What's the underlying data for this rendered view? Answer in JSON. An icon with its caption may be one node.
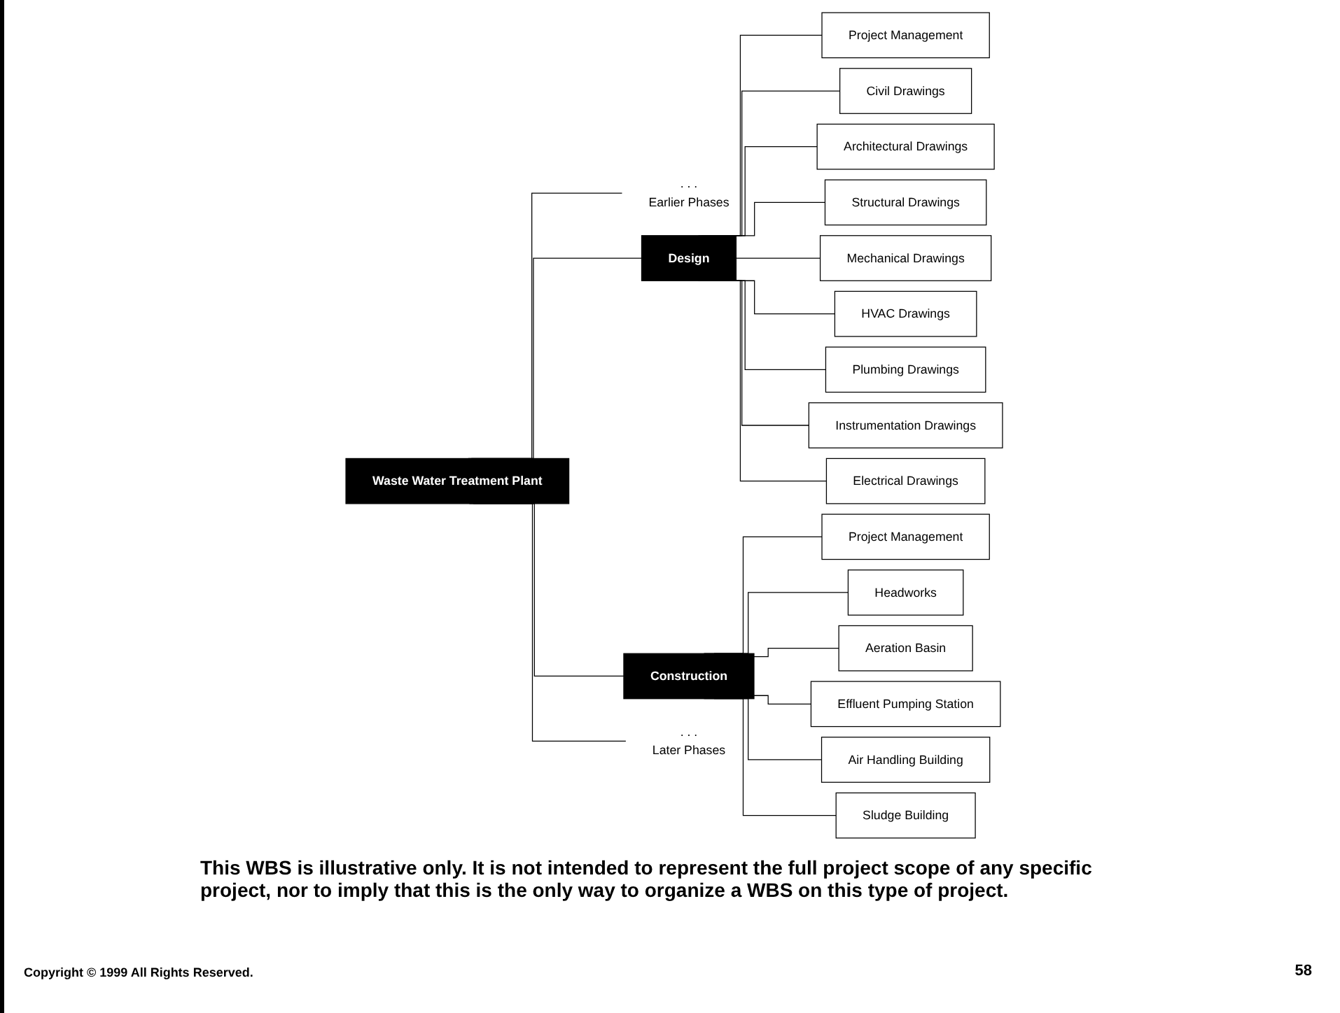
{
  "diagram": {
    "caption": "This WBS is illustrative only. It is not intended to represent the full project scope of any specific project, nor to imply that this is the only way to organize a WBS on this type of project.",
    "nodes": [
      {
        "text": [
          "Waste Water Treatment Plant"
        ]
      },
      {
        "text": [
          "Earlier Phases"
        ],
        "beside": [
          ". . ."
        ]
      },
      {
        "text": [
          "Design"
        ]
      },
      {
        "text": [
          "Construction"
        ]
      },
      {
        "text": [
          "Later Phases"
        ],
        "beside": [
          ". . ."
        ]
      },
      {
        "text": [
          "Project Management"
        ]
      },
      {
        "text": [
          "Civil Drawings"
        ]
      },
      {
        "text": [
          "Architectural Drawings"
        ]
      },
      {
        "text": [
          "Structural Drawings"
        ]
      },
      {
        "text": [
          "Mechanical Drawings"
        ]
      },
      {
        "text": [
          "HVAC Drawings"
        ]
      },
      {
        "text": [
          "Plumbing Drawings"
        ]
      },
      {
        "text": [
          "Instrumentation Drawings"
        ]
      },
      {
        "text": [
          "Electrical Drawings"
        ]
      },
      {
        "text": [
          "Project Management"
        ]
      },
      {
        "text": [
          "Headworks"
        ]
      },
      {
        "text": [
          "Aeration Basin"
        ]
      },
      {
        "text": [
          "Effluent Pumping Station"
        ]
      },
      {
        "text": [
          "Air Handling Building"
        ]
      },
      {
        "text": [
          "Sludge Building"
        ]
      }
    ],
    "edges": [
      {
        "from": 0,
        "to": 1,
        "arrow": "none"
      },
      {
        "from": 0,
        "to": 2,
        "arrow": "none"
      },
      {
        "from": 0,
        "to": 3,
        "arrow": "none"
      },
      {
        "from": 0,
        "to": 4,
        "arrow": "none"
      },
      {
        "from": 2,
        "to": 5,
        "arrow": "none"
      },
      {
        "from": 2,
        "to": 6,
        "arrow": "none"
      },
      {
        "from": 2,
        "to": 7,
        "arrow": "none"
      },
      {
        "from": 2,
        "to": 8,
        "arrow": "none"
      },
      {
        "from": 2,
        "to": 9,
        "arrow": "none"
      },
      {
        "from": 2,
        "to": 10,
        "arrow": "none"
      },
      {
        "from": 2,
        "to": 11,
        "arrow": "none"
      },
      {
        "from": 2,
        "to": 12,
        "arrow": "none"
      },
      {
        "from": 2,
        "to": 13,
        "arrow": "none"
      },
      {
        "from": 3,
        "to": 14,
        "arrow": "none"
      },
      {
        "from": 3,
        "to": 15,
        "arrow": "none"
      },
      {
        "from": 3,
        "to": 16,
        "arrow": "none"
      },
      {
        "from": 3,
        "to": 17,
        "arrow": "none"
      },
      {
        "from": 3,
        "to": 18,
        "arrow": "none"
      },
      {
        "from": 3,
        "to": 19,
        "arrow": "none"
      }
    ],
    "labels": [
      "Copyright © 1999 All Rights Reserved.",
      "58"
    ]
  }
}
